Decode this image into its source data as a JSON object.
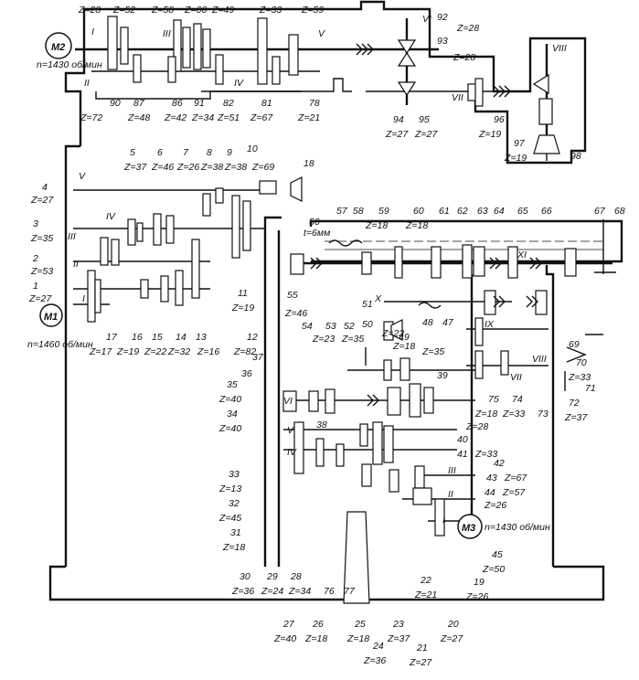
{
  "motors": {
    "m1": {
      "label": "M1",
      "speed": "n=1460 об/мин"
    },
    "m2": {
      "label": "M2",
      "speed": "n=1430 об/мин"
    },
    "m3": {
      "label": "M3",
      "speed": "n=1430 об/мин"
    }
  },
  "pitch_label": "t=6мм",
  "top_gears": {
    "z28": "Z=28",
    "z52": "Z=52",
    "z58": "Z=58",
    "z66": "Z=66",
    "z49": "Z=49",
    "z33": "Z=33",
    "z59": "Z=59",
    "z72": "Z=72",
    "z48": "Z=48",
    "z42": "Z=42",
    "z34": "Z=34",
    "z51": "Z=51",
    "z67": "Z=67",
    "z21": "Z=21",
    "n90": "90",
    "n87": "87",
    "n86": "86",
    "n91": "91",
    "n82": "82",
    "n81": "81",
    "n78": "78",
    "n92": "92",
    "z92": "Z=28",
    "n93": "93",
    "z93": "Z=28",
    "n94": "94",
    "z94": "Z=27",
    "n95": "95",
    "z95": "Z=27",
    "n96": "96",
    "z96": "Z=19",
    "n97": "97",
    "z97": "Z=19",
    "n98": "98"
  },
  "shafts_top": [
    "I",
    "II",
    "III",
    "IV",
    "V",
    "VI",
    "VII",
    "VIII"
  ],
  "left_box": {
    "n4": "4",
    "z4": "Z=27",
    "n3": "3",
    "z3": "Z=35",
    "n2": "2",
    "z2": "Z=53",
    "n1": "1",
    "z1": "Z=27",
    "n5": "5",
    "z5": "Z=37",
    "n6": "6",
    "z6": "Z=46",
    "n7": "7",
    "z7": "Z=26",
    "n8": "8",
    "z8": "Z=38",
    "n9": "9",
    "z9": "Z=38",
    "n10": "10",
    "z10": "Z=69",
    "n11": "11",
    "z11": "Z=19",
    "n12": "12",
    "z12": "Z=82",
    "n13": "13",
    "z13": "Z=16",
    "n14": "14",
    "z14": "Z=32",
    "n15": "15",
    "z15": "Z=22",
    "n16": "16",
    "z16": "Z=19",
    "n17": "17",
    "z17": "Z=17",
    "n18": "18"
  },
  "right_box": {
    "n56": "56",
    "n57": "57",
    "n58": "58",
    "n59": "59",
    "z59": "Z=18",
    "n60": "60",
    "z60": "Z=18",
    "n61": "61",
    "n62": "62",
    "n63": "63",
    "n64": "64",
    "n65": "65",
    "n66": "66",
    "n67": "67",
    "n68": "68",
    "n55": "55",
    "n51": "51",
    "n50": "50",
    "z50": "Z=22",
    "n48": "48",
    "n47": "47",
    "z46": "Z=46",
    "n54": "54",
    "z23": "Z=23",
    "n53": "53",
    "z35": "Z=35",
    "n52": "52",
    "n49": "49",
    "z18a": "Z=18",
    "z35b": "Z=35",
    "n37": "37",
    "n36": "36",
    "n39": "39",
    "n35": "35",
    "z35c": "Z=40",
    "n34": "34",
    "z34": "Z=40",
    "n38": "38",
    "n75": "75",
    "z75": "Z=18",
    "n74": "74",
    "z74": "Z=33",
    "n73": "73",
    "z28": "Z=28",
    "n40": "40",
    "n41": "41",
    "z41": "Z=33",
    "n69": "69",
    "n70": "70",
    "z70": "Z=33",
    "n71": "71",
    "n72": "72",
    "z72": "Z=37",
    "n42": "42",
    "n43": "43",
    "z43": "Z=67",
    "n44": "44",
    "z44": "Z=57",
    "z26": "Z=26",
    "n45": "45",
    "z45": "Z=50",
    "n19": "19",
    "z19": "Z=26",
    "n33": "33",
    "z33": "Z=13",
    "n32": "32",
    "z32": "Z=45",
    "n31": "31",
    "z31": "Z=18",
    "n30": "30",
    "z30": "Z=36",
    "n29": "29",
    "z29": "Z=24",
    "n28": "28",
    "z28b": "Z=34",
    "n27": "27",
    "z27": "Z=40",
    "n26": "26",
    "z26b": "Z=18",
    "n25": "25",
    "z25": "Z=18",
    "n24": "24",
    "z24": "Z=36",
    "n23": "23",
    "z23b": "Z=37",
    "n22": "22",
    "z22": "Z=21",
    "n21": "21",
    "z21": "Z=27",
    "n20": "20",
    "z20": "Z=27",
    "n76": "76",
    "n77": "77"
  },
  "shafts_right": [
    "IX",
    "X",
    "XI",
    "VI",
    "V",
    "IV",
    "III",
    "II",
    "I",
    "VII",
    "VIII"
  ]
}
